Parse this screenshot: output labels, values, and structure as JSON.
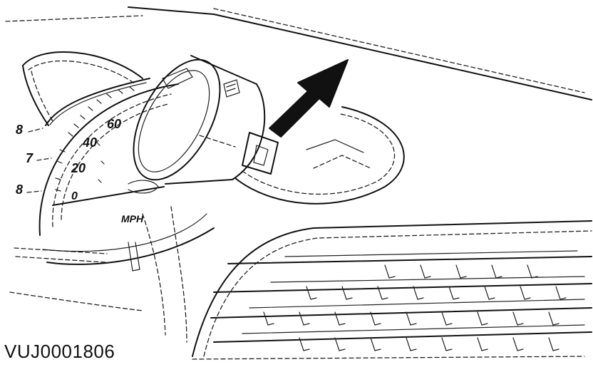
{
  "figure": {
    "reference_code": "VUJ0001806",
    "speedometer": {
      "speed_labels": [
        "60",
        "40",
        "20",
        "0"
      ],
      "rpm_labels": [
        "8",
        "7",
        "8"
      ],
      "unit_label": "MPH"
    },
    "icons": {
      "arrow": "arrow-icon",
      "switch": "switch-icon"
    }
  }
}
